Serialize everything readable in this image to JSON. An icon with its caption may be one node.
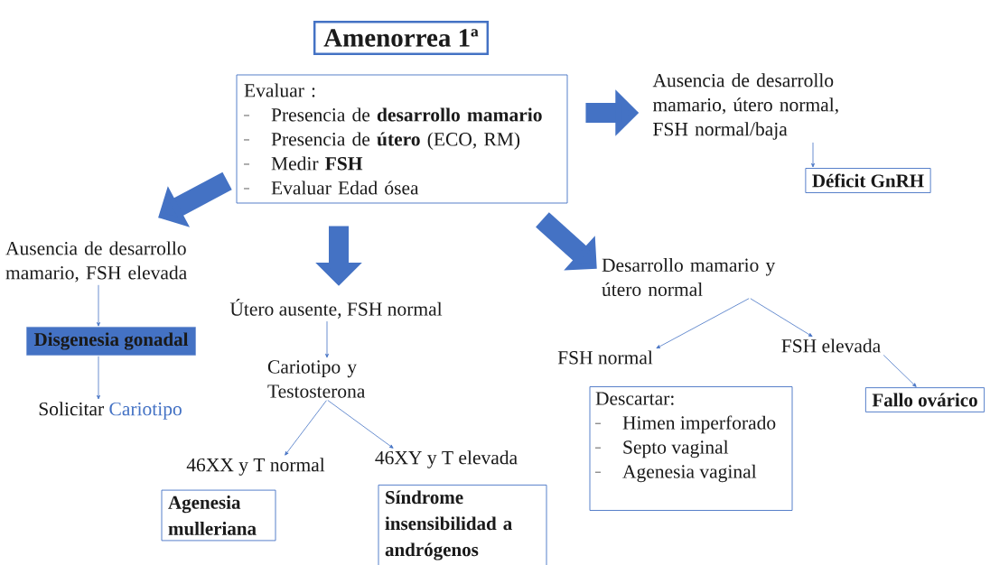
{
  "diagram": {
    "nodes": [
      {
        "text": [
          "Amenorrea 1ª"
        ]
      },
      {
        "text": [
          "Evaluar :",
          "Presencia de **desarrollo mamario**",
          "Presencia de **útero** (ECO, RM)",
          "Medir **FSH**",
          "Evaluar Edad ósea"
        ]
      },
      {
        "text": [
          "Ausencia de desarrollo mamario, útero normal, FSH normal/baja"
        ]
      },
      {
        "text": [
          "Déficit GnRH"
        ]
      },
      {
        "text": [
          "Ausencia de desarrollo mamario, FSH elevada"
        ]
      },
      {
        "text": [
          "Disgenesia gonadal"
        ]
      },
      {
        "text": [
          "Solicitar",
          "Cariotipo"
        ]
      },
      {
        "text": [
          "Útero ausente, FSH normal"
        ]
      },
      {
        "text": [
          "Cariotipo y Testosterona"
        ]
      },
      {
        "text": [
          "46XX y T normal"
        ]
      },
      {
        "text": [
          "46XY y T elevada"
        ]
      },
      {
        "text": [
          "Agenesia mulleriana"
        ]
      },
      {
        "text": [
          "Síndrome insensibilidad a andrógenos"
        ]
      },
      {
        "text": [
          "Desarrollo mamario y útero normal"
        ]
      },
      {
        "text": [
          "FSH normal"
        ]
      },
      {
        "text": [
          "FSH elevada"
        ]
      },
      {
        "text": [
          "Descartar:",
          "Himen imperforado",
          "Septo vaginal",
          "Agenesia vaginal"
        ]
      },
      {
        "text": [
          "Fallo ovárico"
        ]
      }
    ],
    "edges": [
      {
        "from": 1,
        "to": 2,
        "arrow": "to",
        "style": "thick"
      },
      {
        "from": 1,
        "to": 4,
        "arrow": "to",
        "style": "thick"
      },
      {
        "from": 1,
        "to": 7,
        "arrow": "to",
        "style": "thick"
      },
      {
        "from": 1,
        "to": 13,
        "arrow": "to",
        "style": "thick"
      },
      {
        "from": 2,
        "to": 3,
        "arrow": "to"
      },
      {
        "from": 4,
        "to": 5,
        "arrow": "to"
      },
      {
        "from": 5,
        "to": 6,
        "arrow": "to"
      },
      {
        "from": 7,
        "to": 8,
        "arrow": "to"
      },
      {
        "from": 8,
        "to": 9,
        "arrow": "to"
      },
      {
        "from": 8,
        "to": 10,
        "arrow": "to"
      },
      {
        "from": 13,
        "to": 14,
        "arrow": "to"
      },
      {
        "from": 13,
        "to": 15,
        "arrow": "to"
      },
      {
        "from": 15,
        "to": 17,
        "arrow": "to"
      }
    ]
  }
}
